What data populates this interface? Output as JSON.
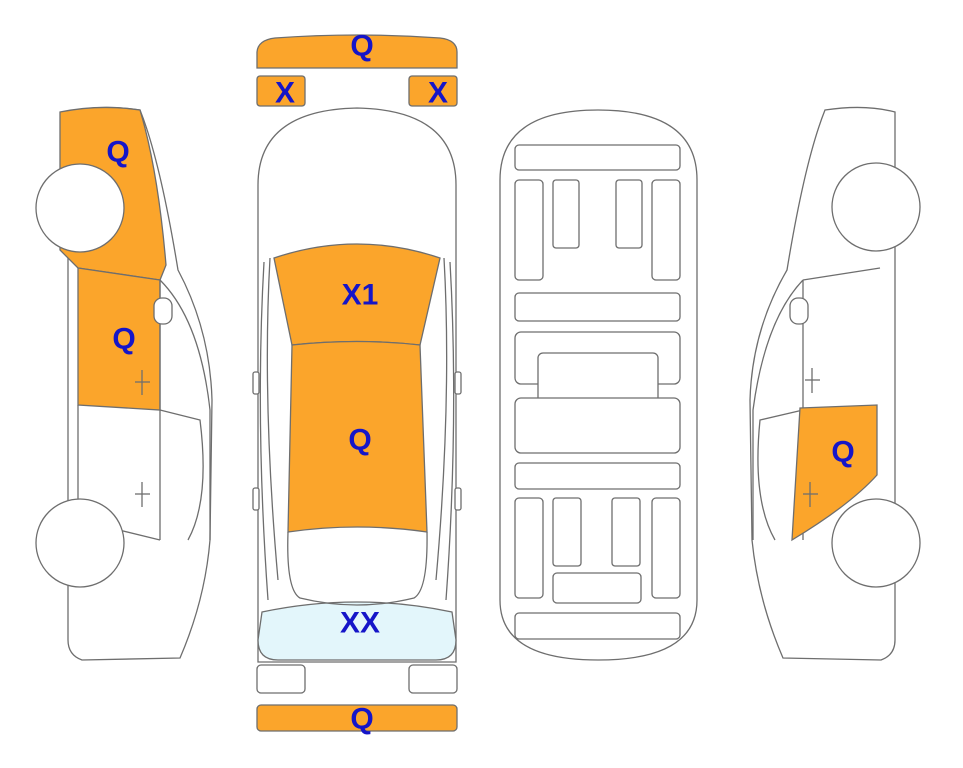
{
  "colors": {
    "damage": "#FBA52B",
    "glass": "#E3F6FB",
    "label": "#1515C8",
    "outline": "#6e6e6e"
  },
  "zones": [
    {
      "id": "front-bumper",
      "label": "Q",
      "color": "damage"
    },
    {
      "id": "left-headlight",
      "label": "X",
      "color": "damage"
    },
    {
      "id": "right-headlight",
      "label": "X",
      "color": "damage"
    },
    {
      "id": "windshield",
      "label": "X1",
      "color": "damage"
    },
    {
      "id": "roof",
      "label": "Q",
      "color": "damage"
    },
    {
      "id": "rear-window",
      "label": "XX",
      "color": "glass"
    },
    {
      "id": "rear-bumper",
      "label": "Q",
      "color": "damage"
    },
    {
      "id": "left-front-fender",
      "label": "Q",
      "color": "damage"
    },
    {
      "id": "left-front-door",
      "label": "Q",
      "color": "damage"
    },
    {
      "id": "right-rear-door",
      "label": "Q",
      "color": "damage"
    }
  ]
}
